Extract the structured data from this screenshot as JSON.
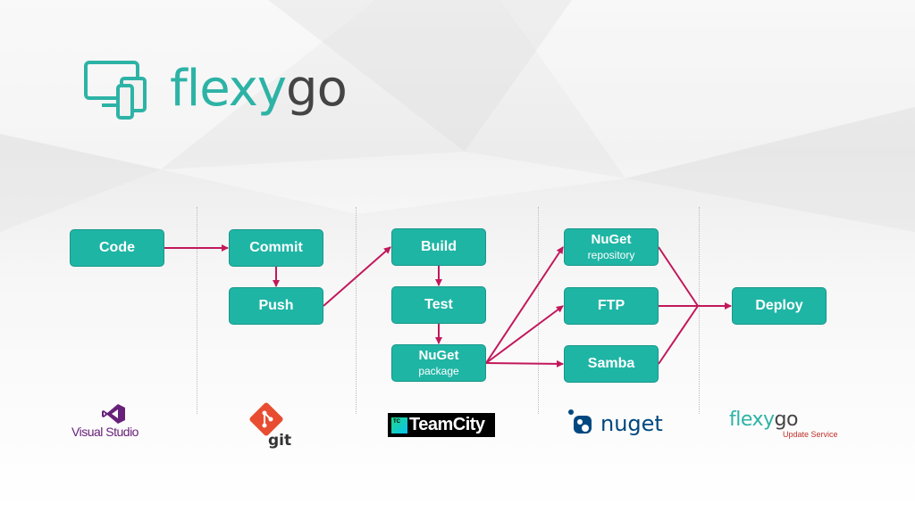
{
  "brand": {
    "word_part1": "flexy",
    "word_part2": "go",
    "primary_color": "#2db3a6",
    "dark_color": "#444444"
  },
  "diagram": {
    "node_color": "#1fb5a5",
    "arrow_color": "#c2185b",
    "nodes": {
      "code": {
        "label": "Code"
      },
      "commit": {
        "label": "Commit"
      },
      "push": {
        "label": "Push"
      },
      "build": {
        "label": "Build"
      },
      "test": {
        "label": "Test"
      },
      "nuget_package": {
        "label": "NuGet",
        "sub": "package"
      },
      "nuget_repository": {
        "label": "NuGet",
        "sub": "repository"
      },
      "ftp": {
        "label": "FTP"
      },
      "samba": {
        "label": "Samba"
      },
      "deploy": {
        "label": "Deploy"
      }
    },
    "edges": [
      [
        "code",
        "commit"
      ],
      [
        "commit",
        "push"
      ],
      [
        "push",
        "build"
      ],
      [
        "build",
        "test"
      ],
      [
        "test",
        "nuget_package"
      ],
      [
        "nuget_package",
        "nuget_repository"
      ],
      [
        "nuget_package",
        "ftp"
      ],
      [
        "nuget_package",
        "samba"
      ],
      [
        "nuget_repository",
        "deploy"
      ],
      [
        "ftp",
        "deploy"
      ],
      [
        "samba",
        "deploy"
      ]
    ]
  },
  "tools": {
    "visual_studio": {
      "label": "Visual Studio",
      "icon": "visual-studio-icon"
    },
    "git": {
      "label": "git",
      "icon": "git-icon"
    },
    "teamcity": {
      "label": "TeamCity",
      "badge": "TC",
      "icon": "teamcity-icon"
    },
    "nuget": {
      "label": "nuget",
      "icon": "nuget-icon"
    },
    "flexygo_update": {
      "word_part1": "flexy",
      "word_part2": "go",
      "sub": "Update Service"
    }
  }
}
